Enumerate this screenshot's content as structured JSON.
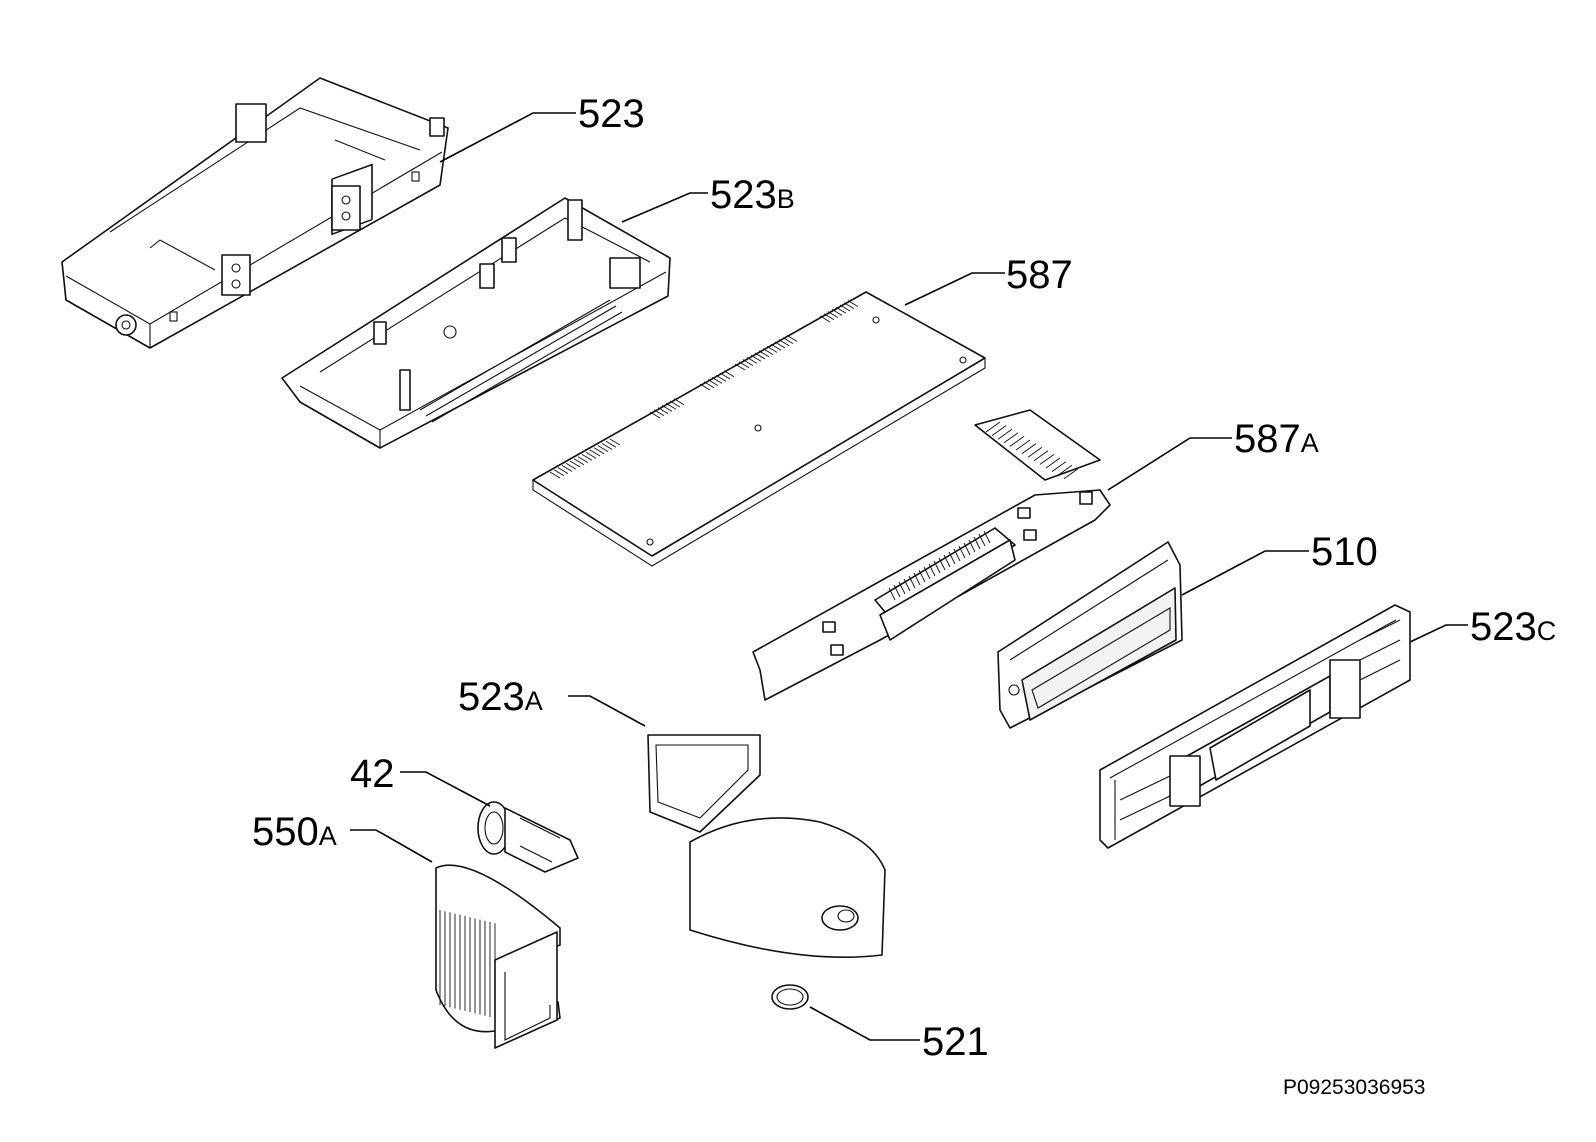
{
  "labels": {
    "l523": {
      "num": "523",
      "suffix": ""
    },
    "l523b": {
      "num": "523",
      "suffix": "B"
    },
    "l587": {
      "num": "587",
      "suffix": ""
    },
    "l587a": {
      "num": "587",
      "suffix": "A"
    },
    "l510": {
      "num": "510",
      "suffix": ""
    },
    "l523c": {
      "num": "523",
      "suffix": "C"
    },
    "l523a": {
      "num": "523",
      "suffix": "A"
    },
    "l42": {
      "num": "42",
      "suffix": ""
    },
    "l550a": {
      "num": "550",
      "suffix": "A"
    },
    "l521": {
      "num": "521",
      "suffix": ""
    }
  },
  "reference_code": "P09253036953"
}
